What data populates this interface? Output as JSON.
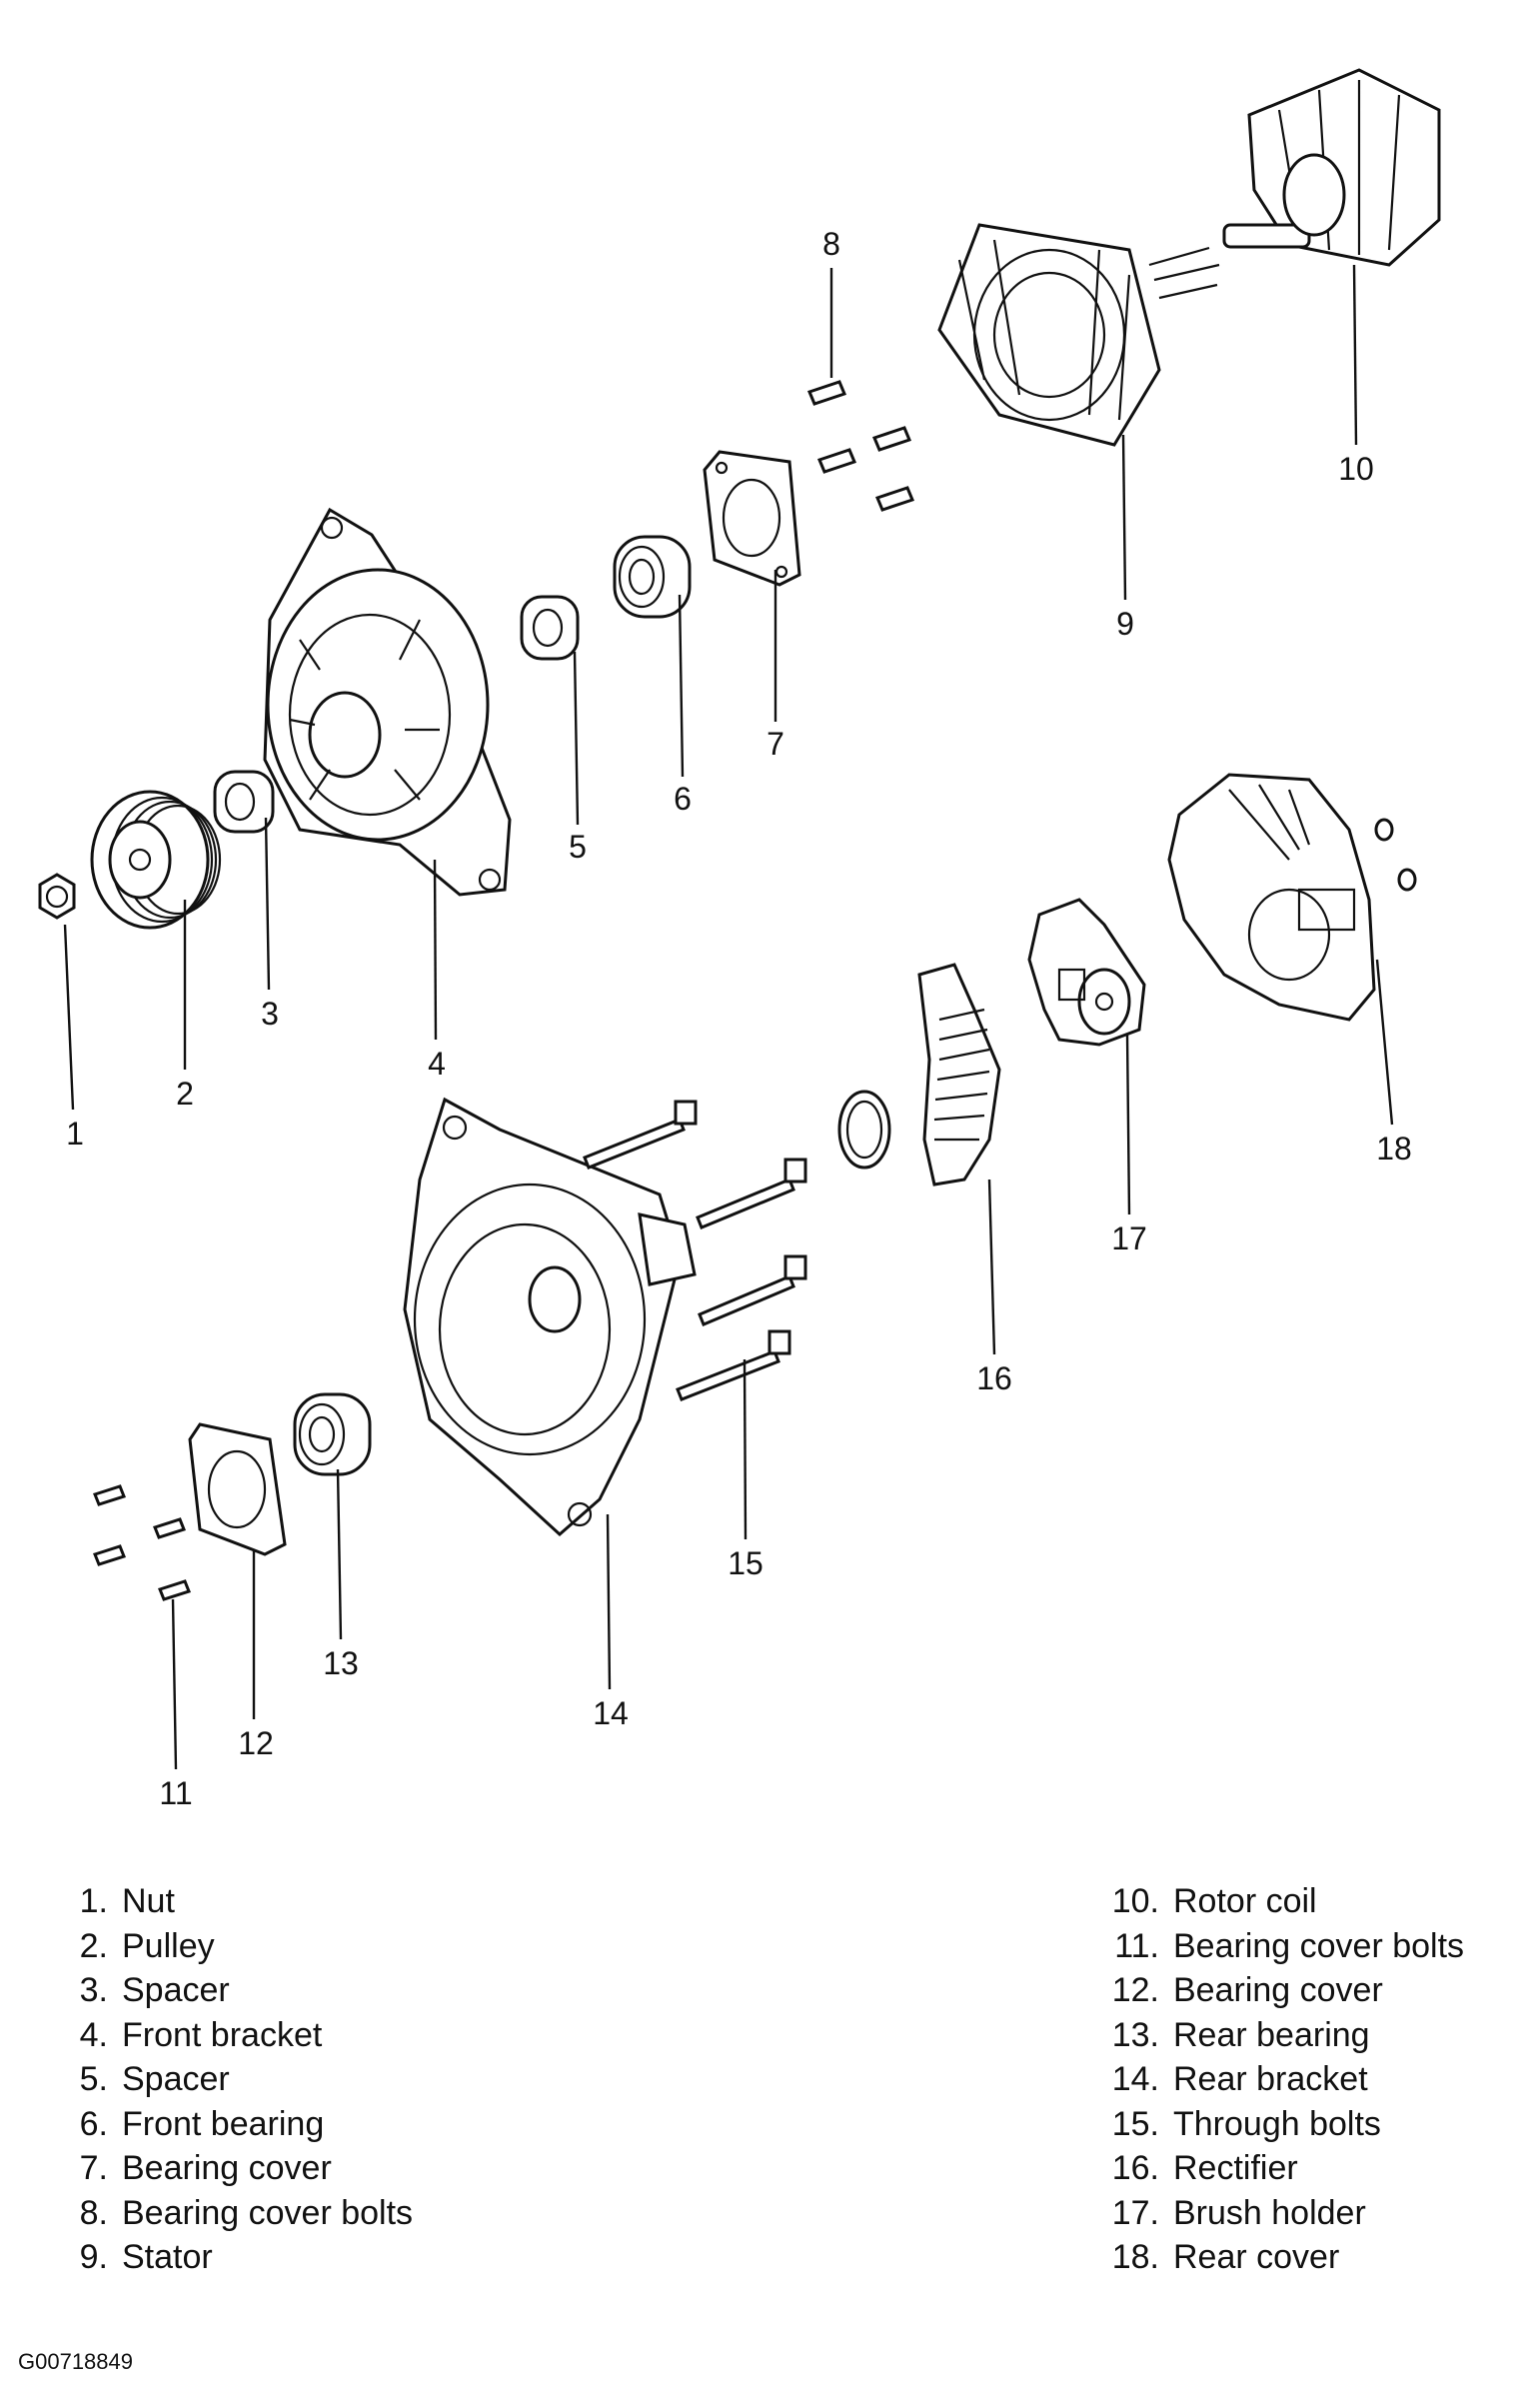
{
  "callouts": [
    "1",
    "2",
    "3",
    "4",
    "5",
    "6",
    "7",
    "8",
    "9",
    "10",
    "11",
    "12",
    "13",
    "14",
    "15",
    "16",
    "17",
    "18"
  ],
  "legend": {
    "left": [
      {
        "num": "1.",
        "label": "Nut"
      },
      {
        "num": "2.",
        "label": "Pulley"
      },
      {
        "num": "3.",
        "label": "Spacer"
      },
      {
        "num": "4.",
        "label": "Front bracket"
      },
      {
        "num": "5.",
        "label": "Spacer"
      },
      {
        "num": "6.",
        "label": "Front bearing"
      },
      {
        "num": "7.",
        "label": "Bearing cover"
      },
      {
        "num": "8.",
        "label": "Bearing cover bolts"
      },
      {
        "num": "9.",
        "label": "Stator"
      }
    ],
    "right": [
      {
        "num": "10.",
        "label": "Rotor coil"
      },
      {
        "num": "11.",
        "label": "Bearing cover bolts"
      },
      {
        "num": "12.",
        "label": "Bearing cover"
      },
      {
        "num": "13.",
        "label": "Rear bearing"
      },
      {
        "num": "14.",
        "label": "Rear bracket"
      },
      {
        "num": "15.",
        "label": "Through bolts"
      },
      {
        "num": "16.",
        "label": "Rectifier"
      },
      {
        "num": "17.",
        "label": "Brush holder"
      },
      {
        "num": "18.",
        "label": "Rear cover"
      }
    ]
  },
  "figure_id": "G00718849"
}
